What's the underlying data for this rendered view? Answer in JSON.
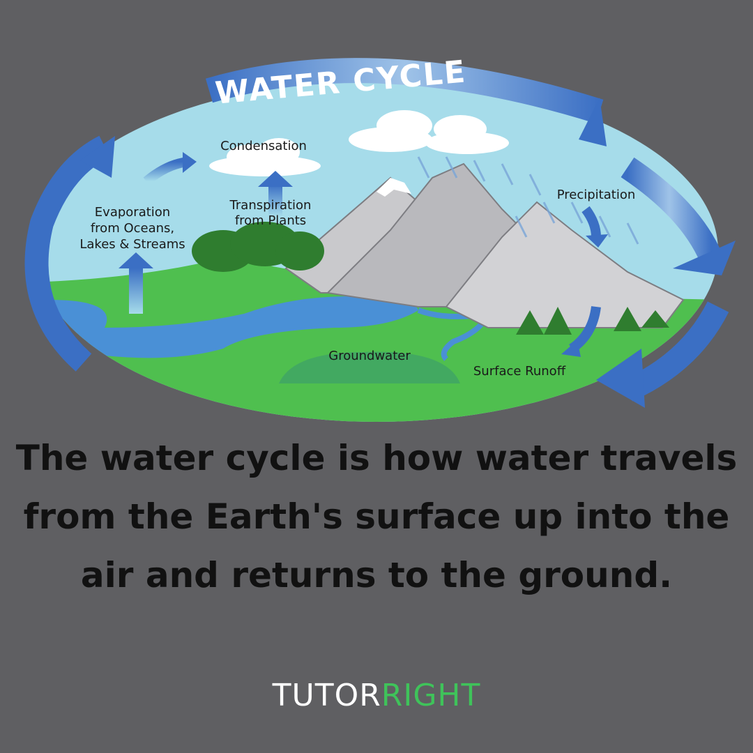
{
  "diagram": {
    "title": "WATER CYCLE",
    "labels": {
      "condensation": "Condensation",
      "transpiration_1": "Transpiration",
      "transpiration_2": "from Plants",
      "evaporation_1": "Evaporation",
      "evaporation_2": "from Oceans,",
      "evaporation_3": "Lakes & Streams",
      "precipitation": "Precipitation",
      "groundwater": "Groundwater",
      "surface_runoff": "Surface Runoff"
    },
    "colors": {
      "sky": "#a6dcea",
      "ground": "#4fbf4f",
      "water": "#4a90d6",
      "arrow": "#3b6fc4",
      "mountain": "#c9c9cc",
      "forest": "#2f7d2f"
    }
  },
  "caption": "The water cycle is how water travels from the Earth's surface up into the air and returns to the ground.",
  "brand": {
    "part1": "TUTOR",
    "part2": "RIGHT",
    "accent_color": "#3fc35a"
  }
}
